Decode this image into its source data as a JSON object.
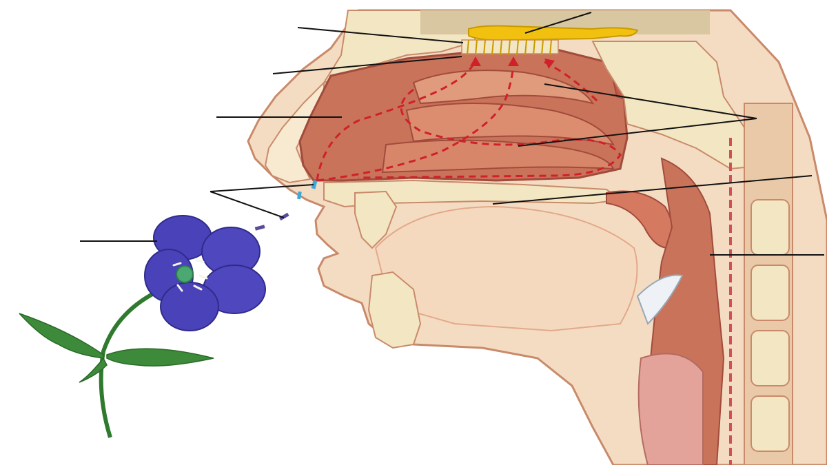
{
  "figure": {
    "subject": "",
    "labels": [
      {
        "id": "olfactory-bulb",
        "text": ""
      },
      {
        "id": "olfactory-epithelium-upper",
        "text": ""
      },
      {
        "id": "olfactory-epithelium",
        "text": ""
      },
      {
        "id": "nasal-cavity",
        "text": ""
      },
      {
        "id": "odor-molecules",
        "text": ""
      },
      {
        "id": "flower",
        "text": ""
      },
      {
        "id": "nasal-conchae",
        "text": ""
      },
      {
        "id": "hard-palate",
        "text": ""
      },
      {
        "id": "pharynx",
        "text": ""
      }
    ]
  },
  "colors": {
    "skin": "#f4dcc3",
    "skin_edge": "#c98a6a",
    "cavity": "#c9735a",
    "cavity_dark": "#a14b3c",
    "turbinate": "#d98a6c",
    "bone": "#f3e6c2",
    "bone_dot": "#c9a577",
    "bulb": "#f2c10f",
    "airflow": "#d0202a",
    "flower": "#4a42b8",
    "flower_dark": "#2f2a8a",
    "leaf": "#3c8a3a",
    "stem": "#2f7a2e",
    "molecule_blue": "#3aa9d9",
    "molecule_purple": "#5b4a9a"
  }
}
